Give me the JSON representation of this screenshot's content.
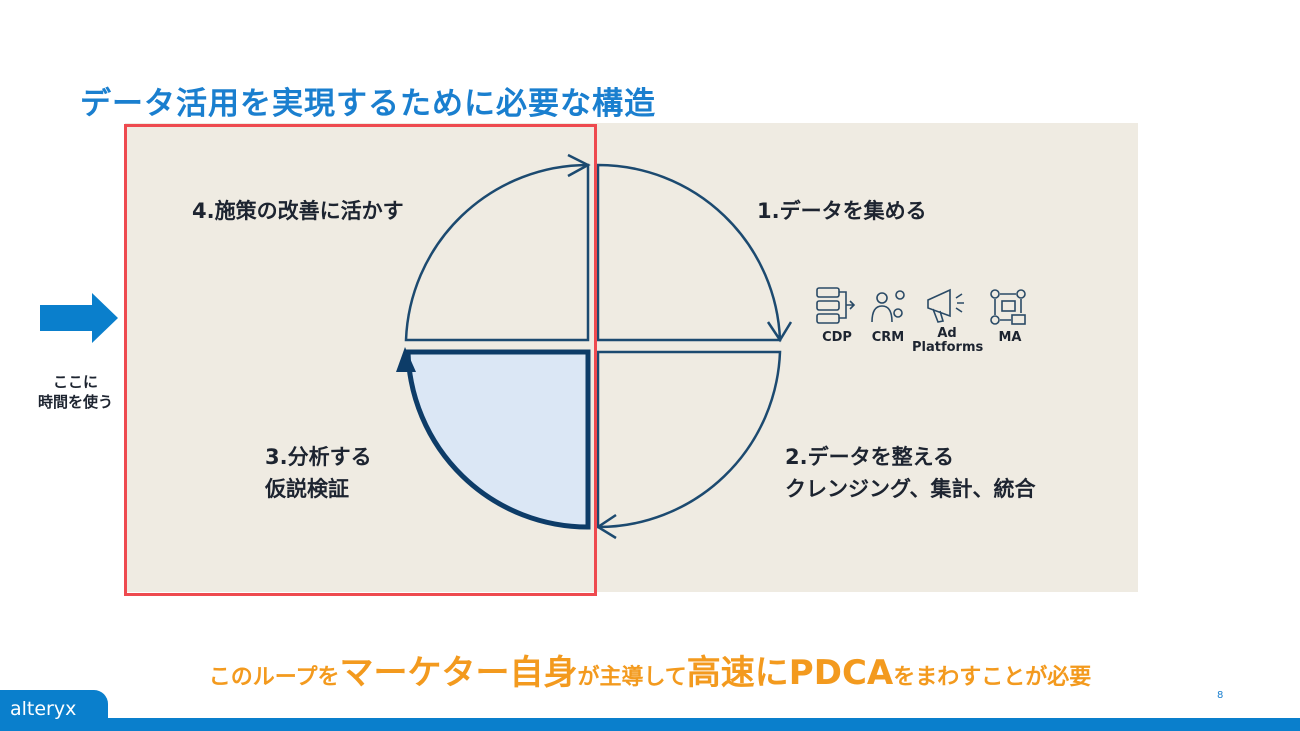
{
  "title": "データ活用を実現するために必要な構造",
  "steps": {
    "s1": "1.データを集める",
    "s2a": "2.データを整える",
    "s2b": "クレンジング、集計、統合",
    "s3a": "3.分析する",
    "s3b": "仮説検証",
    "s4": "4.施策の改善に活かす"
  },
  "tools": [
    "CDP",
    "CRM",
    "Ad",
    "Platforms",
    "MA"
  ],
  "note": {
    "line1": "ここに",
    "line2": "時間を使う"
  },
  "bottom": {
    "p1": "このループを",
    "p2": "マーケター自身",
    "p3": "が主導して",
    "p4": "高速にPDCA",
    "p5": "をまわすことが必要"
  },
  "logo": "alteryx",
  "page_number": "8",
  "colors": {
    "title": "#1a7fcf",
    "accent": "#f39a1e",
    "highlight": "#ee4a4f",
    "navy": "#0d3c68"
  }
}
